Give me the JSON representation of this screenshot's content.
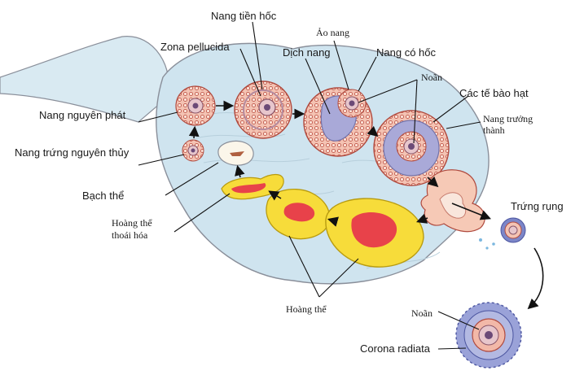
{
  "labels": {
    "nang_tien_hoc": "Nang tiền hốc",
    "ao_nang": "Ảo nang",
    "zona_pellucida": "Zona pellucida",
    "dich_nang": "Dịch nang",
    "nang_co_hoc": "Nang có hốc",
    "noan_top": "Noãn",
    "cac_te_bao_hat": "Các tế bào hạt",
    "nang_truong_thanh_1": "Nang trưởng",
    "nang_truong_thanh_2": "thành",
    "nang_nguyen_phat": "Nang nguyên phát",
    "nang_trung_nguyen_thuy": "Nang trứng nguyên thủy",
    "bach_the": "Bạch thể",
    "hoang_the_thoai_hoa_1": "Hoàng thể",
    "hoang_the_thoai_hoa_2": "thoái hóa",
    "trung_rung": "Trứng rụng",
    "hoang_the": "Hoàng thể",
    "noan_bottom": "Noãn",
    "corona_radiata": "Corona radiata"
  },
  "colors": {
    "stroma": "#cfe4ef",
    "outline": "#8a8f9a",
    "follicle_ring": "#f2b8a8",
    "follicle_dots": "#c0574a",
    "antrum": "#a9a9d8",
    "corpus_luteum": "#f7dc3a",
    "corpus_center": "#e8424a",
    "corona": "#7c86c8"
  }
}
